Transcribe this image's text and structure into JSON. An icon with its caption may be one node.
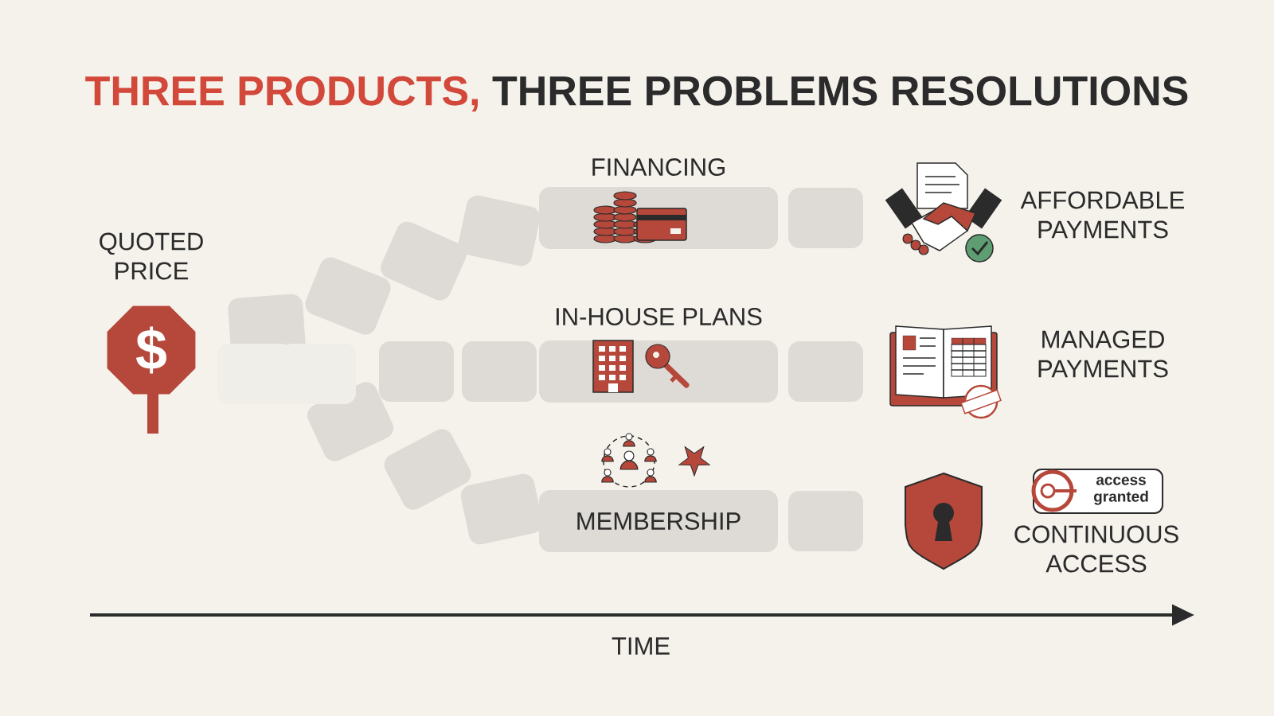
{
  "diagram": {
    "title": "**THREE PRODUCTS,** THREE PROBLEMS RESOLUTIONS",
    "nodes": [
      {
        "text": [
          "QUOTED PRICE"
        ]
      },
      {
        "text": [
          "FINANCING"
        ]
      },
      {
        "text": [
          "IN-HOUSE PLANS"
        ]
      },
      {
        "text": [
          "MEMBERSHIP"
        ]
      },
      {
        "text": [
          "AFFORDABLE PAYMENTS"
        ]
      },
      {
        "text": [
          "MANAGED PAYMENTS"
        ]
      },
      {
        "text": [
          "CONTINUOUS ACCESS"
        ]
      }
    ],
    "labels": [
      "$",
      "access granted",
      "TIME"
    ]
  }
}
